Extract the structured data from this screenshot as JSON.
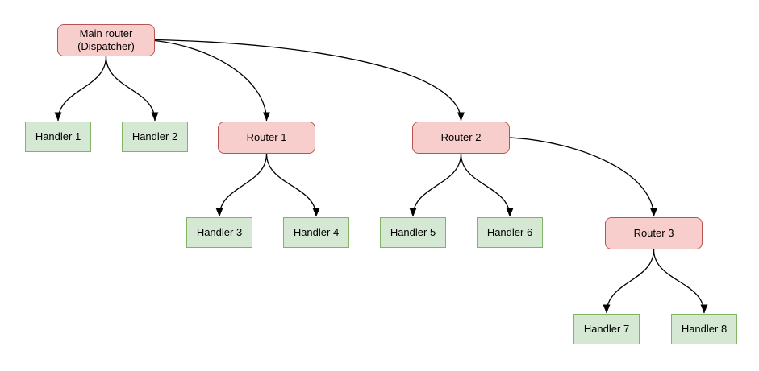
{
  "diagram": {
    "kind": "routing-tree",
    "colors": {
      "background": "#ffffff",
      "text": "#000000",
      "edge": "#000000",
      "router_fill": "#f8cecc",
      "router_stroke": "#b85450",
      "handler_fill": "#d5e8d4",
      "handler_stroke": "#82b366"
    },
    "nodes": {
      "main": {
        "label": "Main router\n(Dispatcher)",
        "type": "router"
      },
      "router1": {
        "label": "Router 1",
        "type": "router"
      },
      "router2": {
        "label": "Router 2",
        "type": "router"
      },
      "router3": {
        "label": "Router 3",
        "type": "router"
      },
      "handler1": {
        "label": "Handler 1",
        "type": "handler"
      },
      "handler2": {
        "label": "Handler 2",
        "type": "handler"
      },
      "handler3": {
        "label": "Handler 3",
        "type": "handler"
      },
      "handler4": {
        "label": "Handler 4",
        "type": "handler"
      },
      "handler5": {
        "label": "Handler 5",
        "type": "handler"
      },
      "handler6": {
        "label": "Handler 6",
        "type": "handler"
      },
      "handler7": {
        "label": "Handler 7",
        "type": "handler"
      },
      "handler8": {
        "label": "Handler 8",
        "type": "handler"
      }
    },
    "edges": [
      {
        "from": "main",
        "to": "handler1"
      },
      {
        "from": "main",
        "to": "handler2"
      },
      {
        "from": "main",
        "to": "router1"
      },
      {
        "from": "main",
        "to": "router2"
      },
      {
        "from": "router1",
        "to": "handler3"
      },
      {
        "from": "router1",
        "to": "handler4"
      },
      {
        "from": "router2",
        "to": "handler5"
      },
      {
        "from": "router2",
        "to": "handler6"
      },
      {
        "from": "router2",
        "to": "router3"
      },
      {
        "from": "router3",
        "to": "handler7"
      },
      {
        "from": "router3",
        "to": "handler8"
      }
    ]
  }
}
